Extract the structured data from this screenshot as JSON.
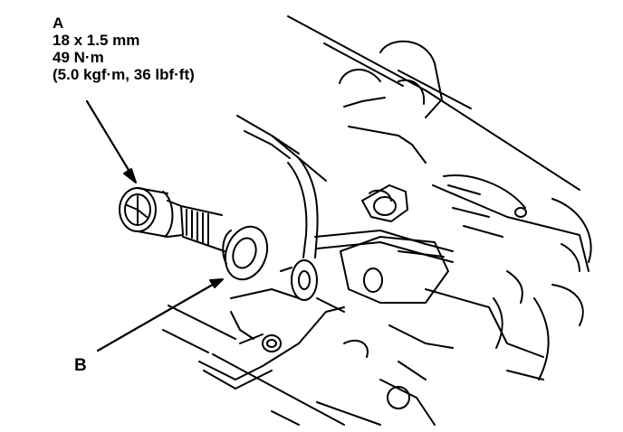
{
  "callouts": {
    "a": {
      "letter": "A",
      "size": "18 x 1.5 mm",
      "torque_nm": "49 N·m",
      "torque_alt": "(5.0 kgf·m, 36 lbf·ft)"
    },
    "b": {
      "letter": "B"
    }
  },
  "colors": {
    "line": "#000000",
    "background": "#ffffff"
  }
}
